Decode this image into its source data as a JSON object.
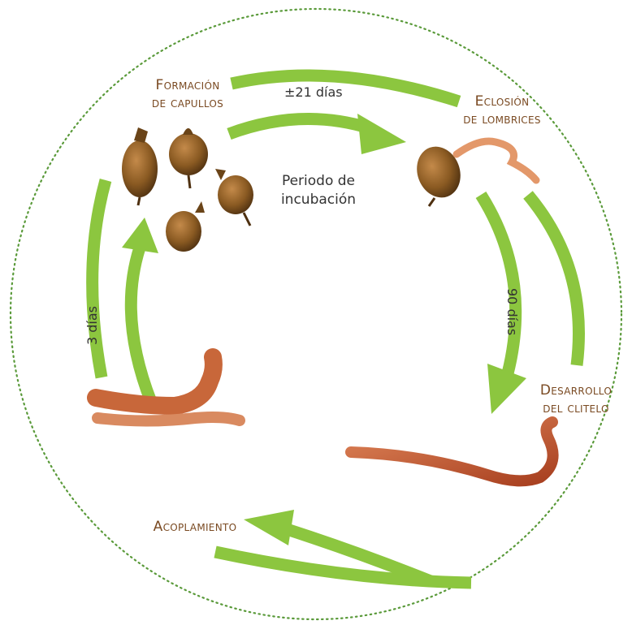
{
  "stages": {
    "cocoons": {
      "line1": "Formación",
      "line2": "de capullos"
    },
    "hatching": {
      "line1": "Eclosión",
      "line2": "de lombrices"
    },
    "clitellum": {
      "line1": "Desarrollo",
      "line2": "del clitelo"
    },
    "mating": {
      "line1": "Acoplamiento"
    }
  },
  "durations": {
    "incubation": "±21 días",
    "development": "90 días",
    "mating": "3 días"
  },
  "center_text": {
    "line1": "Periodo de",
    "line2": "incubación"
  },
  "colors": {
    "arrow": "#8cc63f",
    "border_dots": "#5a9a3a",
    "label": "#7a4a22",
    "cocoon": "#8a5a22",
    "worm": "#c4562a"
  }
}
